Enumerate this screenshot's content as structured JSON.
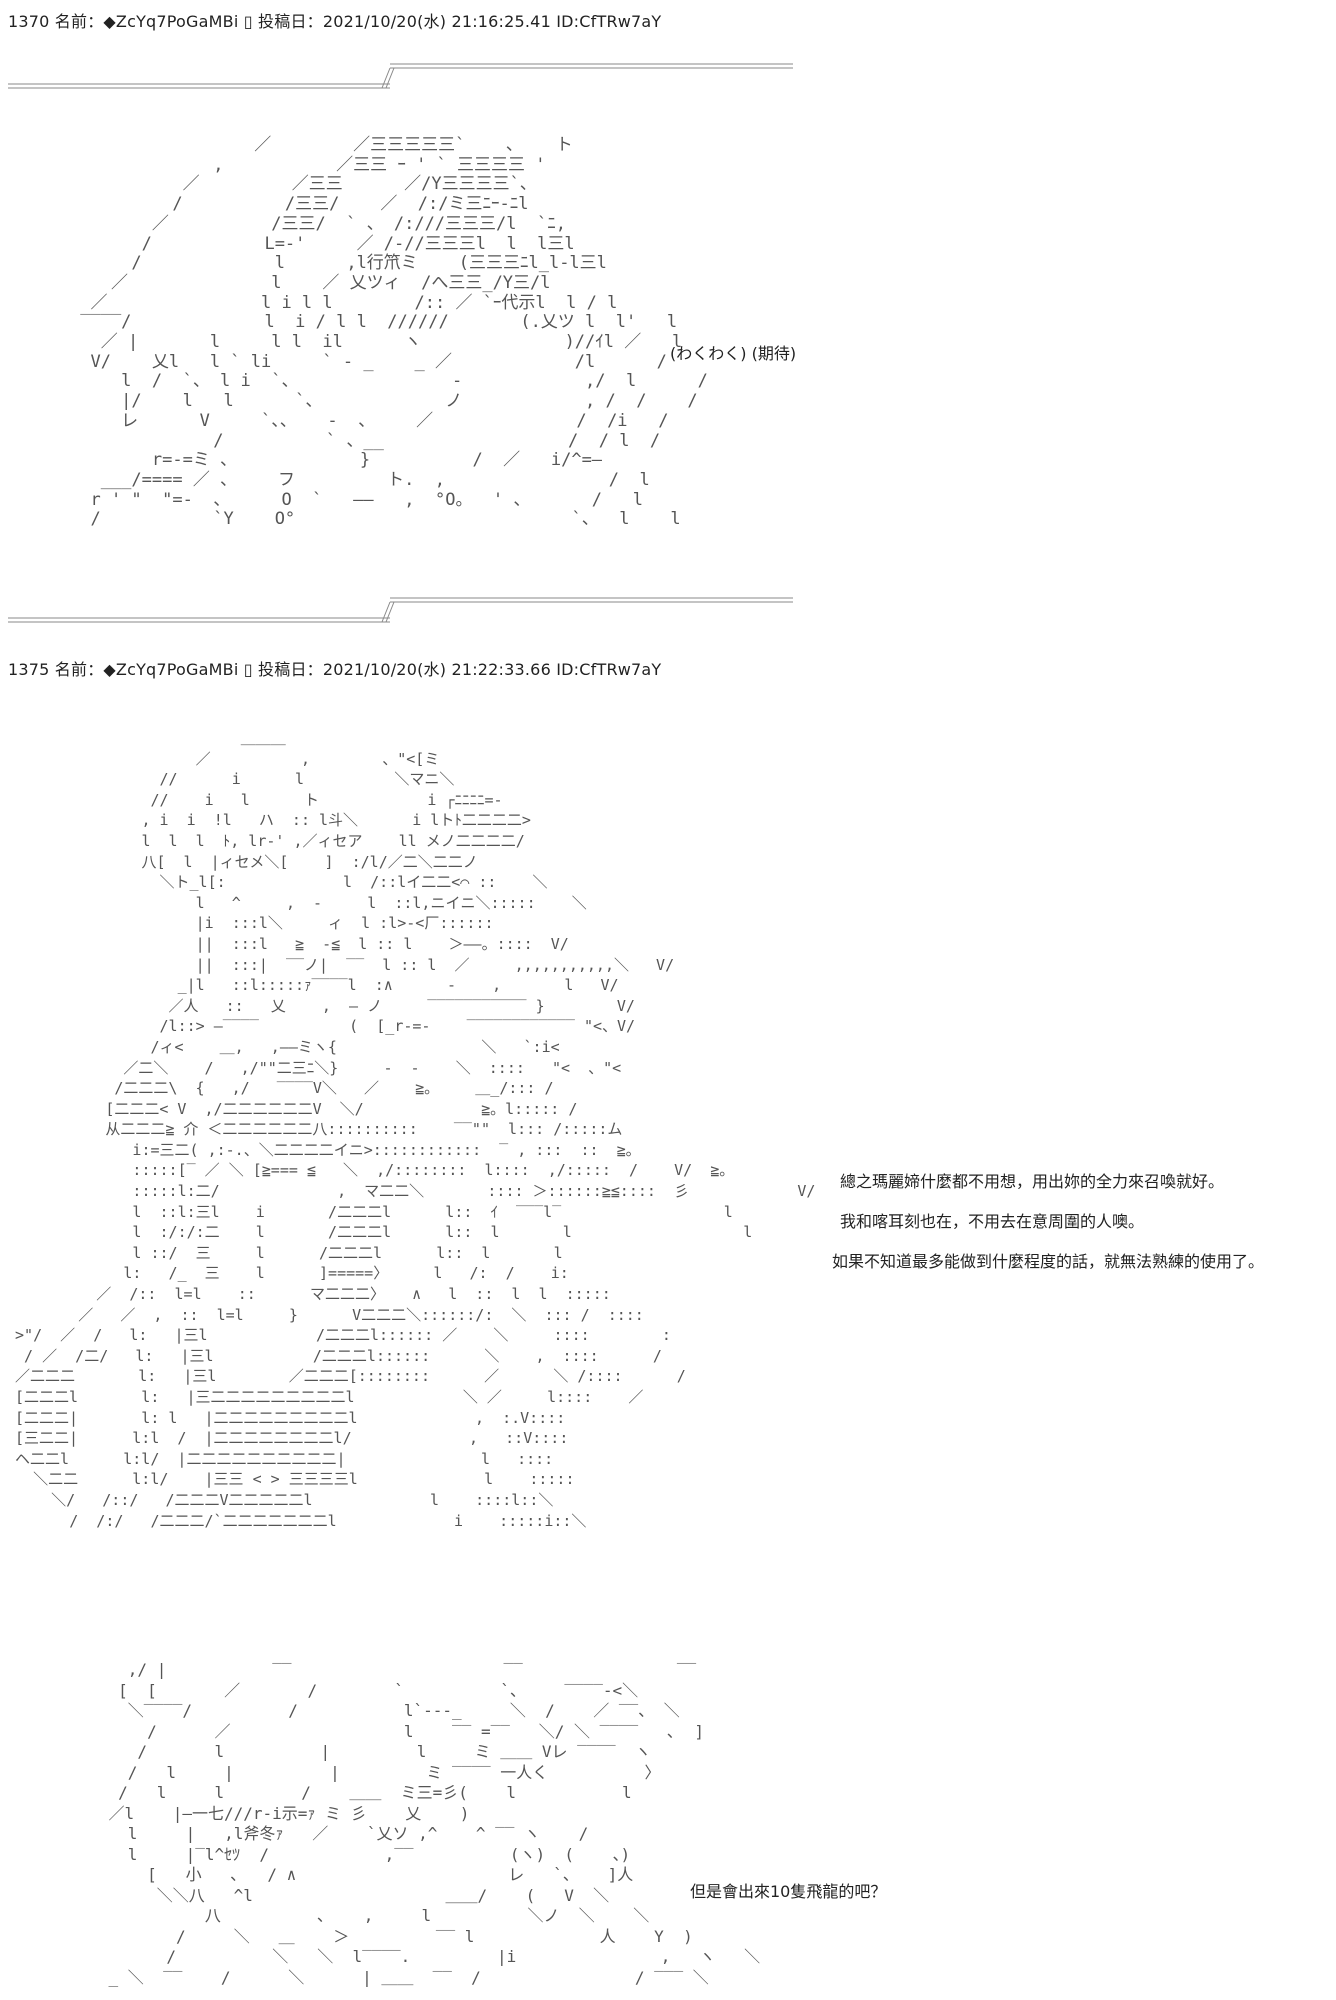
{
  "posts": [
    {
      "header": "1370 名前：◆ZcYq7PoGaMBi ▯ 投稿日：2021/10/20(水) 21:16:25.41 ID:CfTRw7aY",
      "captions": [
        "(わくわく) (期待)"
      ]
    },
    {
      "header": "1375 名前：◆ZcYq7PoGaMBi ▯ 投稿日：2021/10/20(水) 21:22:33.66 ID:CfTRw7aY",
      "captions": [
        "總之瑪麗媂什麼都不用想，用出妳的全力來召喚就好。",
        "我和喀耳刻也在，不用去在意周圍的人噢。",
        "如果不知道最多能做到什麼程度的話，就無法熟練的使用了。",
        "但是會出來10隻飛龍的吧？"
      ]
    }
  ],
  "art": {
    "aa1": "                  ／        ／三三三三三`    ､    ト\n              ,           ／三三 ｰ ' ` 三三三三 '\n           ／         ／三三      ／/Y三三三三`、\n          /          /三三/    ／  /:/ミ三ﾆｰ-ﾆl\n        ／          /三三/  ` 、 /:///三三三/l  `ﾆ,\n       /           L=-'     ／ /-//三三三l  l  l三l\n      /             l      ,l行笊ミ    (三三三ﾆl_l-l三l\n    ／              l    ／ 乂ツィ  /へ三三_/Y三/l\n  ／               l i l l        /:: ／ `ｰ代示l  l / l\n ‾‾‾‾/             l  i / l l  //////       (.乂ツ l  l'   l\n   ／ |       l     l l  il      ヽ              )//ｲl ／   l\n  V/    乂l   l ` li     ` - _    _ ／            /l      /\n     l  /  `、 l i  `、               ‐            ,/  l      /\n     |/    l   l      `、            ノ            , /  /    /\n     レ      V     `、、   ‐  、    ／              /  /i   /\n              /          ` 、__                  /  / l  /\n        r=-=ミ 、            }          /  ／   i/^=―\n   ___/==== ／ 、    フ         ト.  ,                /  l\n  r ' \"  \"=-  、     O  `   ――   ,  °O。  ' 、      /   l\n  /           `Y    O°                           `、  l    l",
    "aa2": "                          ＿＿＿\n                     ／          ,        、\"<[ミ\n                 //      i      l          ＼マニ＼\n                //    i   l      ト            i ┌ﾆﾆﾆﾆ=-\n               , i  i  !l   ハ  :: l斗＼      i lトﾄ二二二二>\n               l  l  l  ﾄ, lr-' ,／ィセア    ll メノ二二二二/\n               八[  l  |ィセメ＼[    ]  :/l/／二＼二二ノ\n                 ＼ト_l[:             l  /::lイ二二<⌒ ::    ＼\n                     l   ^     ,  -     l  ::l,ニイニ＼:::::    ＼\n                     |i  :::l＼     ィ  l :l>-<厂::::::\n                     ||  :::l   ≧  -≦  l :: l    ＞――。::::  V/\n                     ||  :::|  ‾‾ノ|  ‾‾  l :: l  ／     ,,,,,,,,,,,＼   V/\n                   _|l   ::l:::::ｧ‾‾‾‾l  :∧      -    ,       l   V/\n                  ／人   ::   乂    ,  ― ノ     ‾‾‾‾‾‾‾‾‾‾‾ }        V/\n                 /l::> ―‾‾‾‾          (  [_r‐=-    ‾‾‾‾‾‾‾‾‾‾‾‾ \"<、V/\n                /ィ<    ＿,   ,――ミヽ{                ＼   `:i<\n             ／二＼    /   ,/\"\"二三ﾆ＼}     ‐  ‐    ＼  ::::   \"<  、\"<\n            /二二二\\  {   ,/   ‾‾‾‾V＼   ／    ≧。    ＿_/::: /\n           [二二二< V  ,/二二二二二二V  ＼/             ≧。l::::: /\n           从二二二≧ 介 ＜二二二二二二八::::::::::    ‾‾\"\"  l::: /:::::ム\n              i:=三二( ,:-.、＼二二二二イニ>::::::::::::  ‾ , :::  ::  ≧。\n              :::::[‾ ／ ＼ [≧=== ≦   ＼  ,/::::::::  l::::  ,/:::::  /    V/  ≧。\n              :::::l:二/             ,  マ二二＼       :::: ＞::::::≧≦::::  彡            V/\n              l  ::l:三l    i       /二二二l      l::  ｲ  ‾‾‾l‾                  l\n              l  :/:/:二    l       /二二二l      l::  l       l                   l\n              l ::/  三     l      /二二二l      l::  l       l\n             l:   /_  三    l      ]=====〉     l   /:  /    i:\n          ／  /::  l=l    ::      マ二二二〉   ∧   l  ::  l  l  :::::\n        ／   ／  ,  ::  l=l     }      V二二二＼::::::/:  ＼  ::: /  ::::\n >\"/  ／  /   l:   |三l            /二二二l:::::: ／    ＼     ::::        :\n  / ／  /二/   l:   |三l           /二二二l::::::      ＼    ,  ::::      /\n ／二二二       l:   |三l        ／二二二[::::::::      ／      ＼ /::::      /\n [二二二l       l:   |三二二二二二二二二二l            ＼ ／     l::::    ／\n [二二二|       l: l   |二二二二二二二二二l             ,  :.V::::\n [三二二|      l:l  /  |二二二二二二二二l/             ,   ::V::::\n ヘ二二l      l:l/  |二二二二二二二二二二|               l   ::::\n   ＼二二      l:l/    |三三 < > 三三三三l              l    :::::\n     ＼/   /::/   /二二二V二二二二二l             l    ::::l::＼\n       /  /:/   /二二二/`二二二二二二二l             i    :::::i::＼",
    "aa3": "      ,/ |           ‾‾                      ‾‾                ‾‾\n     [  [       ／       /        `          `、    ‾‾‾‾-<＼\n      ＼‾‾‾‾/          /           l`---_     ＼  /    ／ ‾‾、 ＼\n        /      ／                  l    ‾‾ =‾‾   ＼/ ＼ ‾‾‾‾   ､  ]\n       /       l          |         l     ミ ＿＿ Vレ ‾‾‾‾  ヽ\n      /   l     |          |         ミ ‾‾‾‾ 一人く          〉\n     /   l     l        /    ＿＿  ミ三=彡(    l           l\n    ／l    |―一七///r‐i示=ｧ ミ 彡    乂    )\n      l     |   ,l斧冬ｧ   ／    `乂ソ ,^    ^ ‾‾ ヽ    /\n      l     |‾l^ｾﾂ  /            ,‾‾          (ヽ)  (    、)\n        [   小   ､   / ∧                      レ   `、   ]人\n         ＼＼八   ^l                    ＿＿/    (   V  ＼\n              八          ､    ,     l          ＼ノ  ＼    ＼\n           /     ＼   ＿    ＞         ‾‾ l             人    Y  )\n          /          ＼   ＼  l‾‾‾‾.         |i               ,   ヽ   ＼\n    _ ＼  ‾‾    /      ＼      | ＿＿  ‾‾  /                / ‾‾‾ ＼"
  }
}
